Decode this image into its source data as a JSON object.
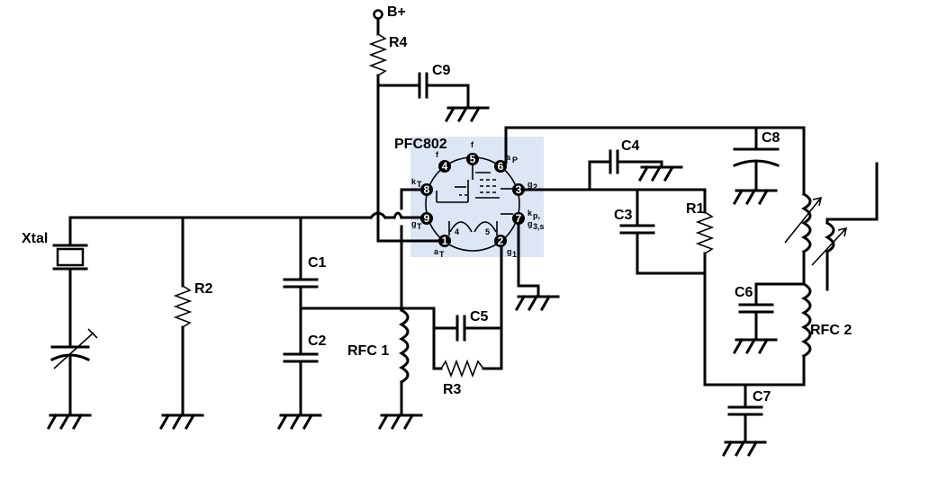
{
  "labels": {
    "bplus": "B+",
    "r4": "R4",
    "c9": "C9",
    "tube": "PFC802",
    "c4": "C4",
    "c8": "C8",
    "c3": "C3",
    "r1": "R1",
    "xtal": "Xtal",
    "r2": "R2",
    "c1": "C1",
    "c2": "C2",
    "c5": "C5",
    "rfc1": "RFC 1",
    "r3": "R3",
    "c6": "C6",
    "rfc2": "RFC 2",
    "c7": "C7"
  },
  "pins": [
    "1",
    "2",
    "3",
    "4",
    "5",
    "6",
    "7",
    "8",
    "9"
  ],
  "pin_labels": {
    "f4": "f",
    "f5": "f",
    "ap": "a",
    "ap_sub": "P",
    "g2": "g",
    "g2_sub": "2",
    "kt": "k",
    "kt_sub": "T",
    "gt": "g",
    "gt_sub": "T",
    "at": "a",
    "at_sub": "T",
    "g1": "g",
    "g1_sub": "1",
    "kp": "k",
    "kp_sub": "p,",
    "g3": "g",
    "g3_sub": "3,s",
    "inner4": "4",
    "inner5": "5"
  },
  "colors": {
    "wire": "#000000",
    "tube_bg": "#dce6f4"
  }
}
